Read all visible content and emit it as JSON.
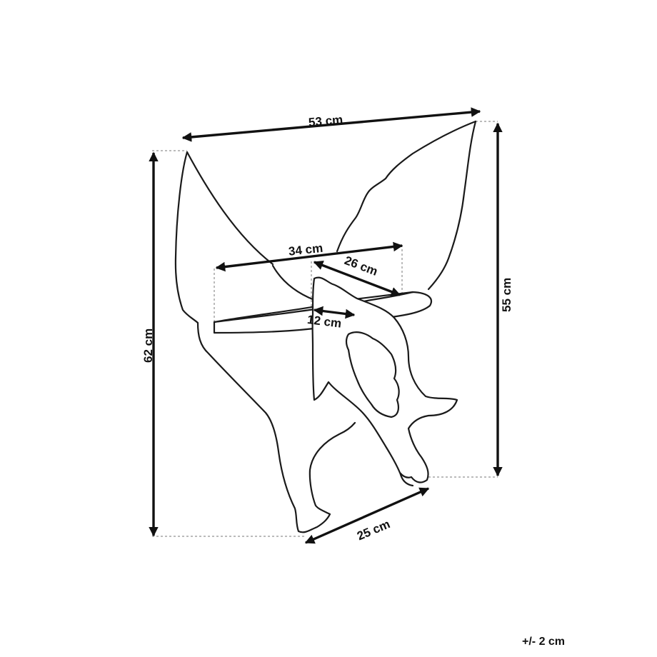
{
  "dimensions": {
    "overall_width": "53 cm",
    "overall_height": "62 cm",
    "back_height": "55 cm",
    "shelf_width": "34 cm",
    "shelf_depth": "26 cm",
    "inner_depth": "12 cm",
    "base_depth": "25 cm"
  },
  "tolerance": "+/- 2 cm",
  "colors": {
    "line": "#111111",
    "guide": "#777777",
    "background": "#ffffff"
  }
}
